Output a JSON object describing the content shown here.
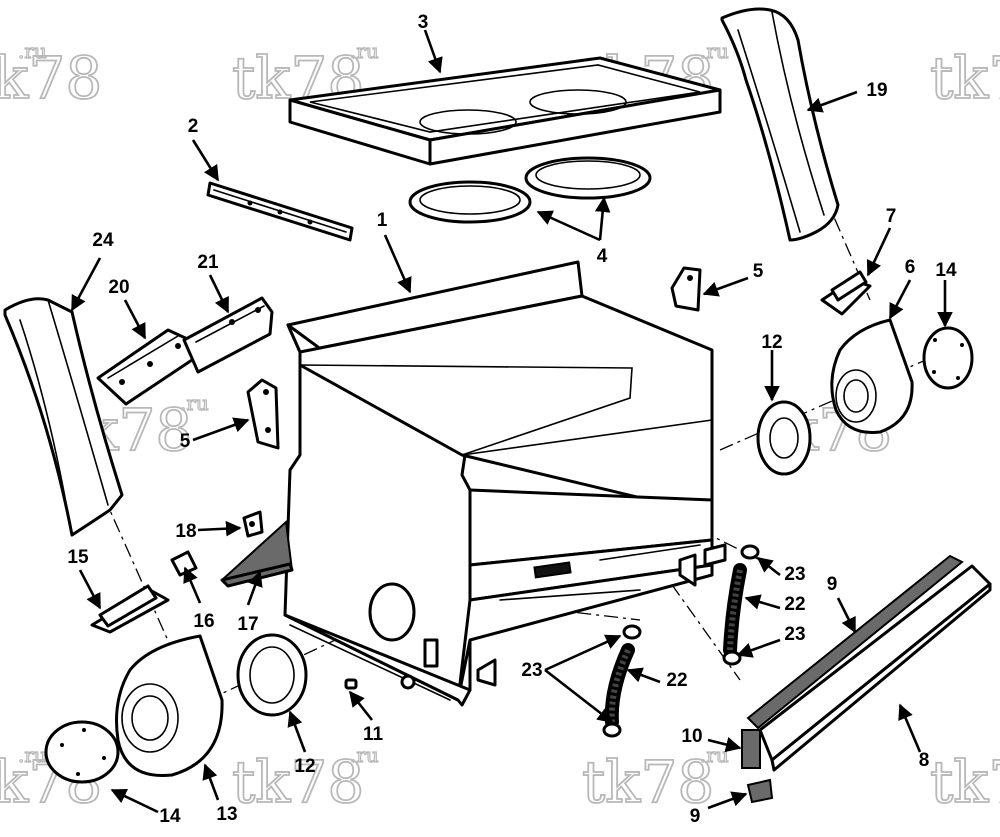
{
  "watermark": {
    "main": "tk78",
    "suffix": ".ru"
  },
  "callouts": [
    {
      "id": "1",
      "text": "1"
    },
    {
      "id": "2",
      "text": "2"
    },
    {
      "id": "3",
      "text": "3"
    },
    {
      "id": "4",
      "text": "4"
    },
    {
      "id": "5a",
      "text": "5"
    },
    {
      "id": "5b",
      "text": "5"
    },
    {
      "id": "6",
      "text": "6"
    },
    {
      "id": "7",
      "text": "7"
    },
    {
      "id": "8",
      "text": "8"
    },
    {
      "id": "9a",
      "text": "9"
    },
    {
      "id": "9b",
      "text": "9"
    },
    {
      "id": "10",
      "text": "10"
    },
    {
      "id": "11",
      "text": "11"
    },
    {
      "id": "12a",
      "text": "12"
    },
    {
      "id": "12b",
      "text": "12"
    },
    {
      "id": "13",
      "text": "13"
    },
    {
      "id": "14a",
      "text": "14"
    },
    {
      "id": "14b",
      "text": "14"
    },
    {
      "id": "15",
      "text": "15"
    },
    {
      "id": "16",
      "text": "16"
    },
    {
      "id": "17",
      "text": "17"
    },
    {
      "id": "18",
      "text": "18"
    },
    {
      "id": "19",
      "text": "19"
    },
    {
      "id": "20",
      "text": "20"
    },
    {
      "id": "21",
      "text": "21"
    },
    {
      "id": "22a",
      "text": "22"
    },
    {
      "id": "22b",
      "text": "22"
    },
    {
      "id": "23a",
      "text": "23"
    },
    {
      "id": "23b",
      "text": "23"
    },
    {
      "id": "23c",
      "text": "23"
    },
    {
      "id": "24",
      "text": "24"
    }
  ]
}
